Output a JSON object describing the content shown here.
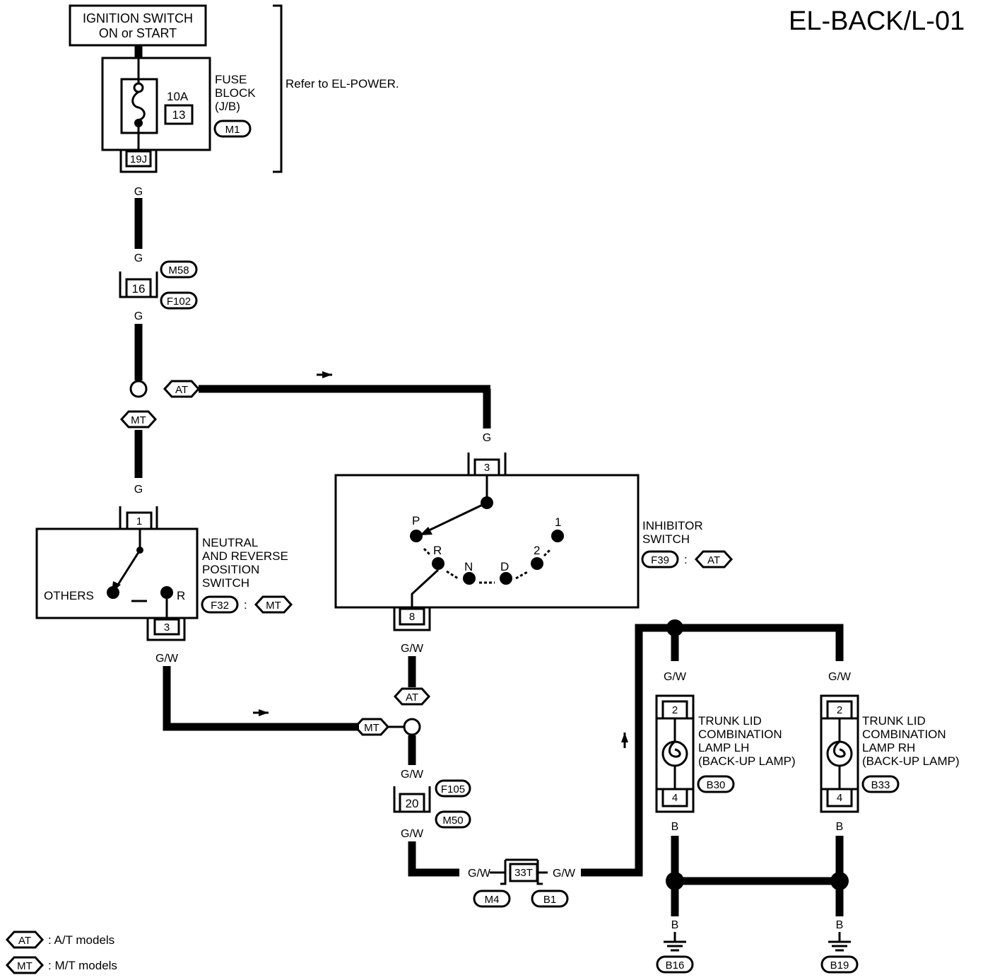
{
  "title": "EL-BACK/L-01",
  "ignition": {
    "line1": "IGNITION SWITCH",
    "line2": "ON or START"
  },
  "fuse_block": {
    "rating": "10A",
    "fuse_no": "13",
    "label_lines": [
      "FUSE",
      "BLOCK",
      "(J/B)"
    ],
    "connector": "M1",
    "terminal": "19J",
    "note": "Refer to EL-POWER."
  },
  "connectors": {
    "c16": {
      "pin": "16",
      "codes": [
        "M58",
        "F102"
      ]
    },
    "c20": {
      "pin": "20",
      "codes": [
        "F105",
        "M50"
      ]
    },
    "c33t": {
      "pin": "33T",
      "codes": [
        "M4",
        "B1"
      ]
    }
  },
  "wire_colors": {
    "g": "G",
    "gw": "G/W",
    "b": "B"
  },
  "tags": {
    "at": "AT",
    "mt": "MT"
  },
  "inhibitor": {
    "label_lines": [
      "INHIBITOR",
      "SWITCH"
    ],
    "connector": "F39",
    "sep": ":",
    "in_pin": "3",
    "out_pin": "8",
    "positions": [
      "P",
      "R",
      "N",
      "D",
      "2",
      "1"
    ]
  },
  "nr_switch": {
    "label_lines": [
      "NEUTRAL",
      "AND REVERSE",
      "POSITION",
      "SWITCH"
    ],
    "connector": "F32",
    "sep": ":",
    "in_pin": "1",
    "out_pin": "3",
    "others": "OTHERS",
    "r": "R"
  },
  "lamp_lh": {
    "label_lines": [
      "TRUNK LID",
      "COMBINATION",
      "LAMP LH",
      "(BACK-UP LAMP)"
    ],
    "connector": "B30",
    "pin_top": "2",
    "pin_bottom": "4"
  },
  "lamp_rh": {
    "label_lines": [
      "TRUNK LID",
      "COMBINATION",
      "LAMP RH",
      "(BACK-UP LAMP)"
    ],
    "connector": "B33",
    "pin_top": "2",
    "pin_bottom": "4"
  },
  "grounds": {
    "left": "B16",
    "right": "B19"
  },
  "legend": [
    {
      "tag": "AT",
      "text": ": A/T models"
    },
    {
      "tag": "MT",
      "text": ": M/T models"
    }
  ]
}
